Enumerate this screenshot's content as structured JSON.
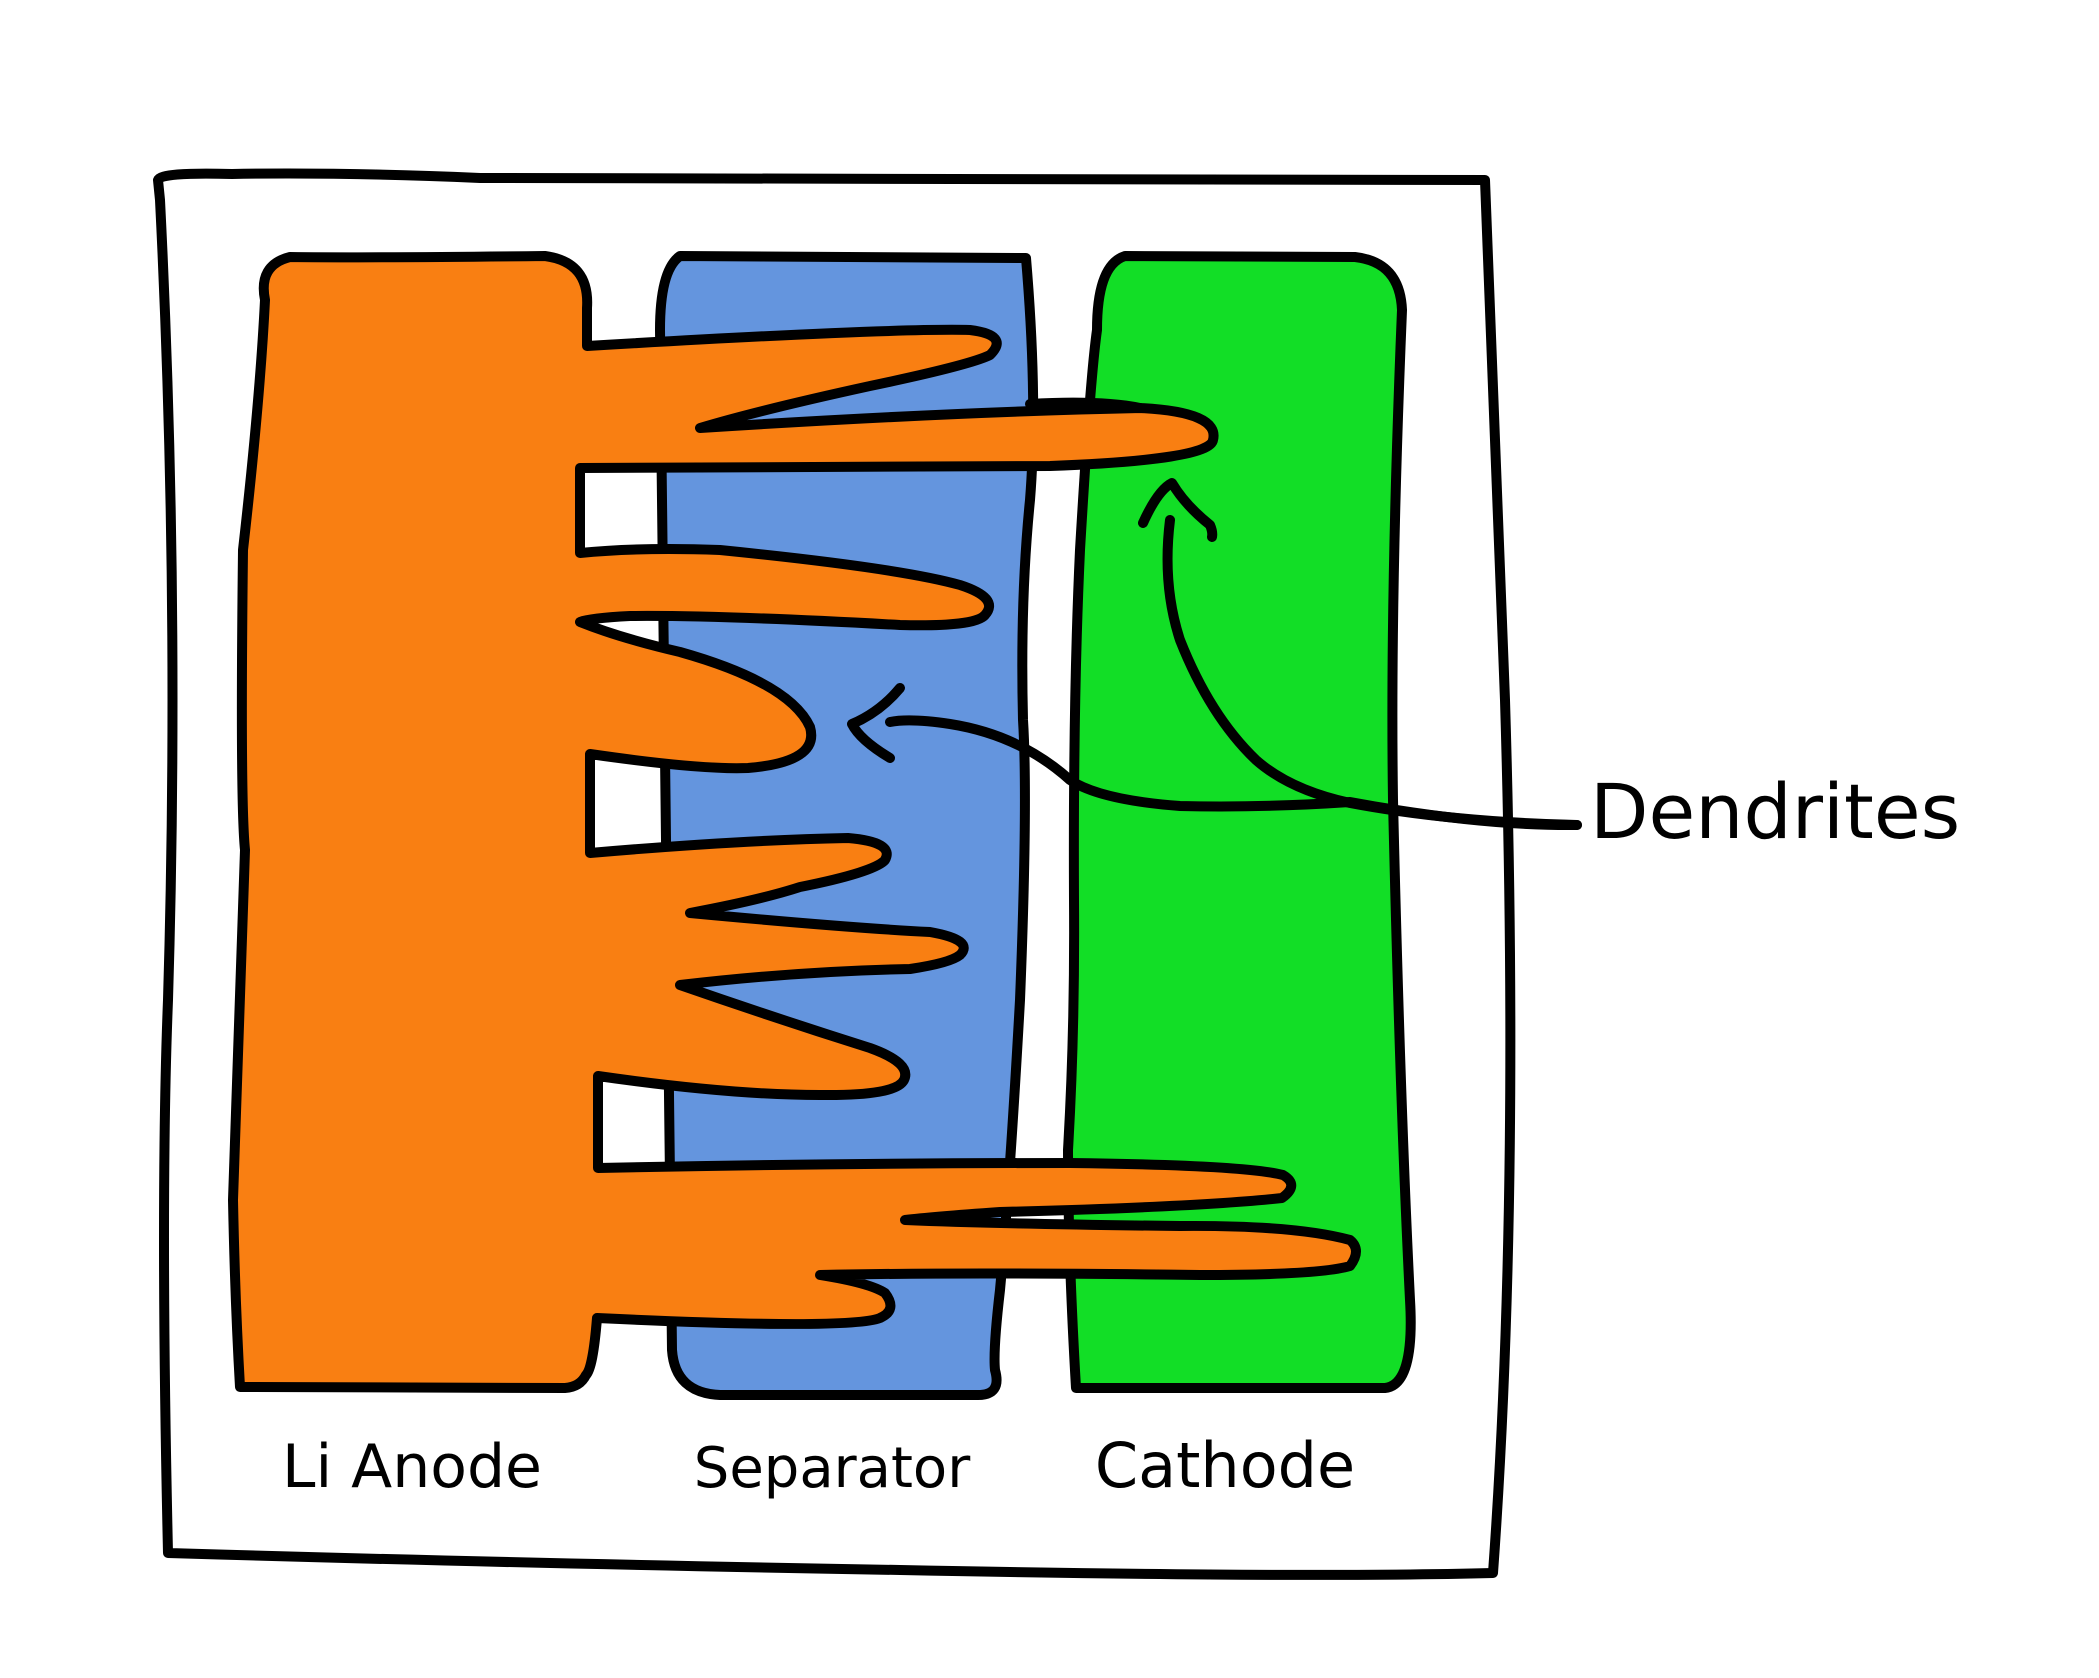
{
  "labels": {
    "anode": "Li Anode",
    "separator": "Separator",
    "cathode": "Cathode",
    "dendrites": "Dendrites"
  },
  "colors": {
    "anode": "#F97F12",
    "separator": "#6495DE",
    "cathode": "#12DE26",
    "outline": "#000000",
    "background": "#FFFFFF"
  }
}
